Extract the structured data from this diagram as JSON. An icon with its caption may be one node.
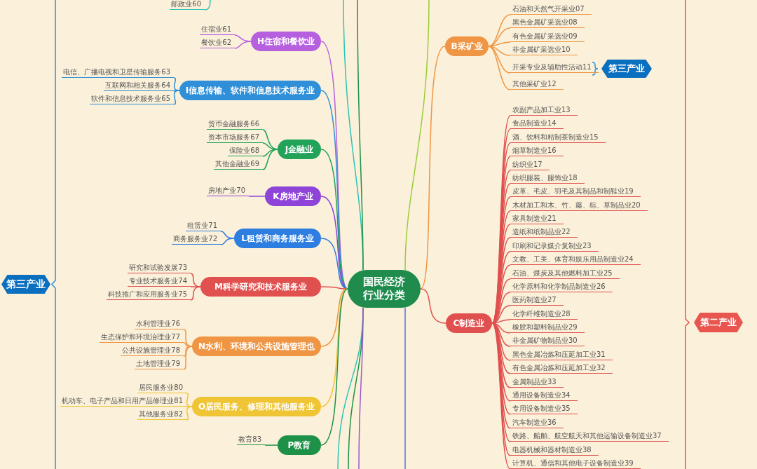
{
  "diagram": {
    "nodes": [
      {
        "text": [
          "国民经济行业分类"
        ]
      },
      {
        "text": [
          "邮政业60"
        ]
      },
      {
        "text": [
          "H住宿和餐饮业"
        ]
      },
      {
        "text": [
          "住宿业61"
        ]
      },
      {
        "text": [
          "餐饮业62"
        ]
      },
      {
        "text": [
          "I信息传输、软件和信息技术服务业"
        ]
      },
      {
        "text": [
          "电信、广播电视和卫星传输服务63"
        ]
      },
      {
        "text": [
          "互联网和相关服务64"
        ]
      },
      {
        "text": [
          "软件和信息技术服务业65"
        ]
      },
      {
        "text": [
          "J金融业"
        ]
      },
      {
        "text": [
          "货币金融服务66"
        ]
      },
      {
        "text": [
          "资本市场服务67"
        ]
      },
      {
        "text": [
          "保险业68"
        ]
      },
      {
        "text": [
          "其他金融业69"
        ]
      },
      {
        "text": [
          "K房地产业"
        ]
      },
      {
        "text": [
          "房地产业70"
        ]
      },
      {
        "text": [
          "L租赁和商务服务业"
        ]
      },
      {
        "text": [
          "租赁业71"
        ]
      },
      {
        "text": [
          "商务服务业72"
        ]
      },
      {
        "text": [
          "M科学研究和技术服务业"
        ]
      },
      {
        "text": [
          "研究和试验发展73"
        ]
      },
      {
        "text": [
          "专业技术服务业74"
        ]
      },
      {
        "text": [
          "科技推广和应用服务业75"
        ]
      },
      {
        "text": [
          "N水利、环境和公共设施管理也"
        ]
      },
      {
        "text": [
          "水利管理业76"
        ]
      },
      {
        "text": [
          "生态保护和环境治理业77"
        ]
      },
      {
        "text": [
          "公共设施管理业78"
        ]
      },
      {
        "text": [
          "土地管理业79"
        ]
      },
      {
        "text": [
          "O居民服务、修理和其他服务业"
        ]
      },
      {
        "text": [
          "居民服务业80"
        ]
      },
      {
        "text": [
          "机动车、电子产品和日用产品修理业81"
        ]
      },
      {
        "text": [
          "其他服务业82"
        ]
      },
      {
        "text": [
          "P教育"
        ]
      },
      {
        "text": [
          "教育83"
        ]
      },
      {
        "text": [
          "第三产业"
        ]
      },
      {
        "text": [
          "B采矿业"
        ]
      },
      {
        "text": [
          "石油和天然气开采业07"
        ]
      },
      {
        "text": [
          "黑色金属矿采选业08"
        ]
      },
      {
        "text": [
          "有色金属矿采选业09"
        ]
      },
      {
        "text": [
          "非金属矿采选业10"
        ]
      },
      {
        "text": [
          "开采专业及辅助性活动11"
        ]
      },
      {
        "text": [
          "其他采矿业12"
        ]
      },
      {
        "text": [
          "第三产业"
        ]
      },
      {
        "text": [
          "C制造业"
        ]
      },
      {
        "text": [
          "农副产品加工业13"
        ]
      },
      {
        "text": [
          "食品制造业14"
        ]
      },
      {
        "text": [
          "酒、饮料和精制茶制造业15"
        ]
      },
      {
        "text": [
          "烟草制造业16"
        ]
      },
      {
        "text": [
          "纺织业17"
        ]
      },
      {
        "text": [
          "纺织服装、服饰业18"
        ]
      },
      {
        "text": [
          "皮革、毛皮、羽毛及其制品和制鞋业19"
        ]
      },
      {
        "text": [
          "木材加工和木、竹、藤、棕、草制品业20"
        ]
      },
      {
        "text": [
          "家具制造业21"
        ]
      },
      {
        "text": [
          "造纸和纸制品业22"
        ]
      },
      {
        "text": [
          "印刷和记录媒介复制业23"
        ]
      },
      {
        "text": [
          "文教、工美、体育和娱乐用品制造业24"
        ]
      },
      {
        "text": [
          "石油、煤炭及其他燃料加工业25"
        ]
      },
      {
        "text": [
          "化学原料和化学制品制造业26"
        ]
      },
      {
        "text": [
          "医药制造业27"
        ]
      },
      {
        "text": [
          "化学纤维制造业28"
        ]
      },
      {
        "text": [
          "橡胶和塑料制品业29"
        ]
      },
      {
        "text": [
          "非金属矿物制品业30"
        ]
      },
      {
        "text": [
          "黑色金属冶炼和压延加工业31"
        ]
      },
      {
        "text": [
          "有色金属冶炼和压延加工业32"
        ]
      },
      {
        "text": [
          "金属制品业33"
        ]
      },
      {
        "text": [
          "通用设备制造业34"
        ]
      },
      {
        "text": [
          "专用设备制造业35"
        ]
      },
      {
        "text": [
          "汽车制造业36"
        ]
      },
      {
        "text": [
          "铁路、船舶、航空航天和其他运输设备制造业37"
        ]
      },
      {
        "text": [
          "电器机械和器材制造业38"
        ]
      },
      {
        "text": [
          "计算机、通信和其他电子设备制造业39"
        ]
      },
      {
        "text": [
          "第二产业"
        ]
      }
    ],
    "edges": [
      {
        "from": 0,
        "to": 2,
        "arrow": "none",
        "color": "#b660e0"
      },
      {
        "from": 0,
        "to": 5,
        "arrow": "none",
        "color": "#2f8fd8"
      },
      {
        "from": 0,
        "to": 9,
        "arrow": "none",
        "color": "#22a35a"
      },
      {
        "from": 0,
        "to": 14,
        "arrow": "none",
        "color": "#8e44d8"
      },
      {
        "from": 0,
        "to": 16,
        "arrow": "none",
        "color": "#2d7ee0"
      },
      {
        "from": 0,
        "to": 19,
        "arrow": "none",
        "color": "#e0504f"
      },
      {
        "from": 0,
        "to": 23,
        "arrow": "none",
        "color": "#ef9543"
      },
      {
        "from": 0,
        "to": 28,
        "arrow": "none",
        "color": "#efc435"
      },
      {
        "from": 0,
        "to": 32,
        "arrow": "none",
        "color": "#1e9148"
      },
      {
        "from": 0,
        "to": 35,
        "arrow": "none",
        "color": "#ef9543"
      },
      {
        "from": 0,
        "to": 43,
        "arrow": "none",
        "color": "#e0504f"
      },
      {
        "from": 2,
        "to": 3,
        "arrow": "none",
        "color": "#b660e0"
      },
      {
        "from": 2,
        "to": 4,
        "arrow": "none",
        "color": "#b660e0"
      },
      {
        "from": 5,
        "to": 6,
        "arrow": "none",
        "color": "#2f8fd8"
      },
      {
        "from": 5,
        "to": 7,
        "arrow": "none",
        "color": "#2f8fd8"
      },
      {
        "from": 5,
        "to": 8,
        "arrow": "none",
        "color": "#2f8fd8"
      },
      {
        "from": 9,
        "to": 10,
        "arrow": "none",
        "color": "#22a35a"
      },
      {
        "from": 9,
        "to": 11,
        "arrow": "none",
        "color": "#22a35a"
      },
      {
        "from": 9,
        "to": 12,
        "arrow": "none",
        "color": "#22a35a"
      },
      {
        "from": 9,
        "to": 13,
        "arrow": "none",
        "color": "#22a35a"
      },
      {
        "from": 14,
        "to": 15,
        "arrow": "none",
        "color": "#8e44d8"
      },
      {
        "from": 16,
        "to": 17,
        "arrow": "none",
        "color": "#2d7ee0"
      },
      {
        "from": 16,
        "to": 18,
        "arrow": "none",
        "color": "#2d7ee0"
      },
      {
        "from": 19,
        "to": 20,
        "arrow": "none",
        "color": "#e0504f"
      },
      {
        "from": 19,
        "to": 21,
        "arrow": "none",
        "color": "#e0504f"
      },
      {
        "from": 19,
        "to": 22,
        "arrow": "none",
        "color": "#e0504f"
      },
      {
        "from": 23,
        "to": 24,
        "arrow": "none",
        "color": "#ef9543"
      },
      {
        "from": 23,
        "to": 25,
        "arrow": "none",
        "color": "#ef9543"
      },
      {
        "from": 23,
        "to": 26,
        "arrow": "none",
        "color": "#ef9543"
      },
      {
        "from": 23,
        "to": 27,
        "arrow": "none",
        "color": "#ef9543"
      },
      {
        "from": 28,
        "to": 29,
        "arrow": "none",
        "color": "#efc435"
      },
      {
        "from": 28,
        "to": 30,
        "arrow": "none",
        "color": "#efc435"
      },
      {
        "from": 28,
        "to": 31,
        "arrow": "none",
        "color": "#efc435"
      },
      {
        "from": 32,
        "to": 33,
        "arrow": "none",
        "color": "#1e9148"
      },
      {
        "from": 35,
        "to": 36,
        "arrow": "none",
        "color": "#ef9543"
      },
      {
        "from": 35,
        "to": 37,
        "arrow": "none",
        "color": "#ef9543"
      },
      {
        "from": 35,
        "to": 38,
        "arrow": "none",
        "color": "#ef9543"
      },
      {
        "from": 35,
        "to": 39,
        "arrow": "none",
        "color": "#ef9543"
      },
      {
        "from": 35,
        "to": 40,
        "arrow": "none",
        "color": "#ef9543"
      },
      {
        "from": 35,
        "to": 41,
        "arrow": "none",
        "color": "#ef9543"
      },
      {
        "from": 43,
        "to": 44,
        "arrow": "none",
        "color": "#e0504f"
      },
      {
        "from": 43,
        "to": 45,
        "arrow": "none",
        "color": "#e0504f"
      },
      {
        "from": 43,
        "to": 46,
        "arrow": "none",
        "color": "#e0504f"
      },
      {
        "from": 43,
        "to": 47,
        "arrow": "none",
        "color": "#e0504f"
      },
      {
        "from": 43,
        "to": 48,
        "arrow": "none",
        "color": "#e0504f"
      },
      {
        "from": 43,
        "to": 49,
        "arrow": "none",
        "color": "#e0504f"
      },
      {
        "from": 43,
        "to": 50,
        "arrow": "none",
        "color": "#e0504f"
      },
      {
        "from": 43,
        "to": 51,
        "arrow": "none",
        "color": "#e0504f"
      },
      {
        "from": 43,
        "to": 52,
        "arrow": "none",
        "color": "#e0504f"
      },
      {
        "from": 43,
        "to": 53,
        "arrow": "none",
        "color": "#e0504f"
      },
      {
        "from": 43,
        "to": 54,
        "arrow": "none",
        "color": "#e0504f"
      },
      {
        "from": 43,
        "to": 55,
        "arrow": "none",
        "color": "#e0504f"
      },
      {
        "from": 43,
        "to": 56,
        "arrow": "none",
        "color": "#e0504f"
      },
      {
        "from": 43,
        "to": 57,
        "arrow": "none",
        "color": "#e0504f"
      },
      {
        "from": 43,
        "to": 58,
        "arrow": "none",
        "color": "#e0504f"
      },
      {
        "from": 43,
        "to": 59,
        "arrow": "none",
        "color": "#e0504f"
      },
      {
        "from": 43,
        "to": 60,
        "arrow": "none",
        "color": "#e0504f"
      },
      {
        "from": 43,
        "to": 61,
        "arrow": "none",
        "color": "#e0504f"
      },
      {
        "from": 43,
        "to": 62,
        "arrow": "none",
        "color": "#e0504f"
      },
      {
        "from": 43,
        "to": 63,
        "arrow": "none",
        "color": "#e0504f"
      },
      {
        "from": 43,
        "to": 64,
        "arrow": "none",
        "color": "#e0504f"
      },
      {
        "from": 43,
        "to": 65,
        "arrow": "none",
        "color": "#e0504f"
      },
      {
        "from": 43,
        "to": 66,
        "arrow": "none",
        "color": "#e0504f"
      },
      {
        "from": 43,
        "to": 67,
        "arrow": "none",
        "color": "#e0504f"
      },
      {
        "from": 43,
        "to": 68,
        "arrow": "none",
        "color": "#e0504f"
      },
      {
        "from": 43,
        "to": 69,
        "arrow": "none",
        "color": "#e0504f"
      },
      {
        "from": 43,
        "to": 70,
        "arrow": "none",
        "color": "#e0504f"
      },
      {
        "from": null,
        "to": 1,
        "arrow": "none",
        "color": "#2ec4b6"
      },
      {
        "from": 0,
        "to": null,
        "arrow": "none",
        "color": "#2ec4b6"
      },
      {
        "from": 0,
        "to": null,
        "arrow": "none",
        "color": "#1e9148"
      },
      {
        "from": 0,
        "to": null,
        "arrow": "none",
        "color": "#9acd3c"
      },
      {
        "from": 0,
        "to": null,
        "arrow": "none",
        "color": "#2ec4b6"
      },
      {
        "from": 0,
        "to": null,
        "arrow": "none",
        "color": "#1e9148"
      },
      {
        "from": 0,
        "to": null,
        "arrow": "none",
        "color": "#9b59d0"
      },
      {
        "from": 0,
        "to": null,
        "arrow": "none",
        "color": "#5b6ee8"
      }
    ]
  }
}
